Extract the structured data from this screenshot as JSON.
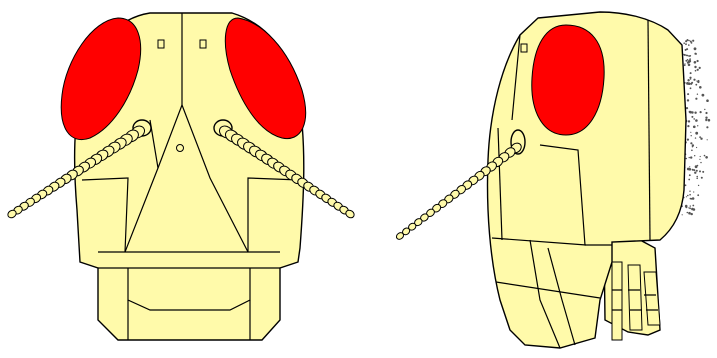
{
  "colors": {
    "background": "#ffffff",
    "head_fill": "#FFFAAA",
    "outline": "#000000",
    "eye": "#FF0000",
    "antenna_fill": "#FFFAAA"
  },
  "views": [
    {
      "id": "front",
      "parts": [
        "head-capsule",
        "compound-eye-left",
        "compound-eye-right",
        "ocelli",
        "antenna-left",
        "antenna-right",
        "frons",
        "clypeus",
        "labrum"
      ]
    },
    {
      "id": "side",
      "parts": [
        "head-capsule",
        "compound-eye",
        "antenna",
        "mouthparts",
        "palps"
      ]
    }
  ]
}
